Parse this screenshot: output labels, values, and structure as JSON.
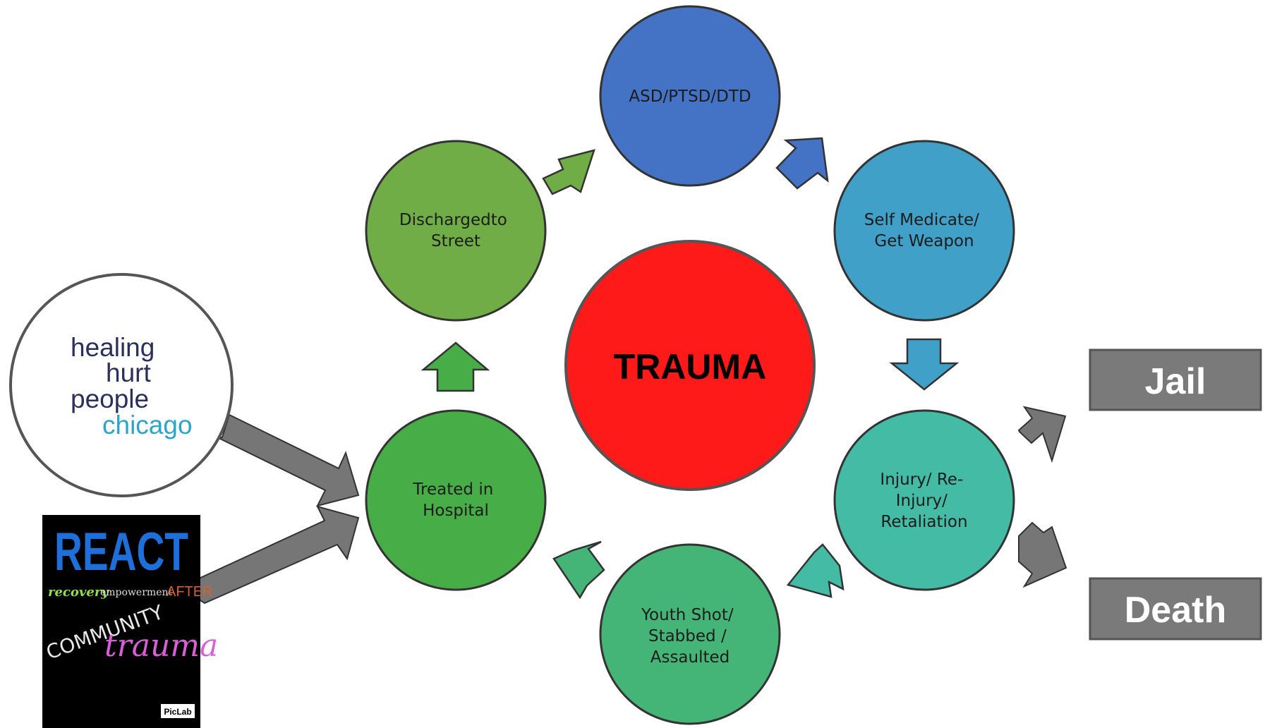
{
  "center": {
    "label": "TRAUMA",
    "color": "#ff1a1a"
  },
  "cycle_nodes": [
    {
      "id": "asd",
      "lines": [
        "ASD/PTSD/DTD"
      ],
      "color": "#4472c4"
    },
    {
      "id": "self-medicate",
      "lines": [
        "Self Medicate/",
        "Get Weapon"
      ],
      "color": "#41a0c8"
    },
    {
      "id": "injury",
      "lines": [
        "Injury/  Re-",
        "Injury/",
        "Retaliation"
      ],
      "color": "#43bba5"
    },
    {
      "id": "youth-shot",
      "lines": [
        "Youth Shot/",
        "Stabbed /",
        "Assaulted"
      ],
      "color": "#45b577"
    },
    {
      "id": "treated",
      "lines": [
        "Treated in",
        "Hospital"
      ],
      "color": "#46ad47"
    },
    {
      "id": "discharged",
      "lines": [
        "Dischargedto",
        "Street"
      ],
      "color": "#70ad47"
    }
  ],
  "outcomes": [
    {
      "id": "jail",
      "label": "Jail"
    },
    {
      "id": "death",
      "label": "Death"
    }
  ],
  "logos": {
    "hhp": {
      "lines": [
        "healing",
        "hurt",
        "people",
        "chicago"
      ]
    },
    "react": {
      "title": "REACT",
      "line2_a": "recovery",
      "line2_b": "empowerment",
      "line2_c": "AFTER",
      "community": "COMMUNITY",
      "trauma": "trauma",
      "badge": "PicLab"
    }
  },
  "colors": {
    "arrow_gray": "#767676",
    "box_gray": "#7a7a7a",
    "outline": "#3a3a3a"
  }
}
